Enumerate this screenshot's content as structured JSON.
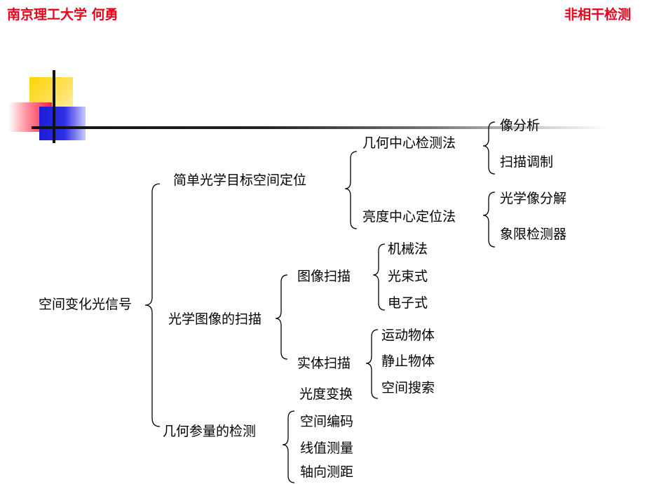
{
  "header": {
    "left": "南京理工大学 何勇",
    "right": "非相干检测"
  },
  "tree": {
    "root": "空间变化光信号",
    "simple": "简单光学目标空间定位",
    "geo_center": "几何中心检测法",
    "img_analysis": "像分析",
    "scan_mod": "扫描调制",
    "bright_center": "亮度中心定位法",
    "opt_decomp": "光学像分解",
    "quadrant": "象限检测器",
    "optical_scan": "光学图像的扫描",
    "image_scan": "图像扫描",
    "mechanical": "机械法",
    "beam": "光束式",
    "electronic": "电子式",
    "solid_scan": "实体扫描",
    "moving": "运动物体",
    "static": "静止物体",
    "space_search": "空间搜索",
    "light_change": "光度变换",
    "geo_measure": "几何参量的检测",
    "space_code": "空间编码",
    "line_measure": "线值测量",
    "axial": "轴向测距"
  }
}
